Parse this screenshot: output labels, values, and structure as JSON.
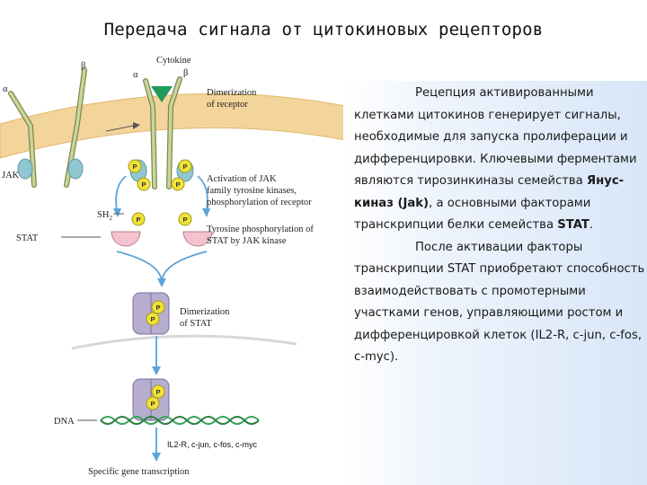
{
  "title": "Передача сигнала от цитокиновых рецепторов",
  "diagram": {
    "labels": {
      "cytokine": "Cytokine",
      "alpha_left": "α",
      "beta_left": "β",
      "alpha_right": "α",
      "beta_right": "β",
      "jak": "JAK",
      "sh2": "SH",
      "sh2_sub": "2",
      "stat": "STAT",
      "dna": "DNA",
      "p": "P"
    },
    "steps": {
      "dimerization_receptor": [
        "Dimerization",
        "of receptor"
      ],
      "activation_jak": [
        "Activation of JAK",
        "family tyrosine kinases,",
        "phosphorylation of receptor"
      ],
      "tyrosine_phosphorylation": [
        "Tyrosine phosphorylation of",
        "STAT by JAK kinase"
      ],
      "dimerization_stat": [
        "Dimerization",
        "of STAT"
      ],
      "specific_transcription": "Specific gene transcription"
    },
    "genes_note": "IL2-R, c-jun, c-fos, c-myc"
  },
  "text": {
    "para1": {
      "t1": "Рецепция активированными клетками цитокинов генерирует сигналы, необходимые для запуска пролиферации и дифференцировки. Ключевыми ферментами являются тирозинкиназы семейства ",
      "b1": "Янус-киназ (Jak)",
      "t2": ", а основными факторами транскрипции белки семейства ",
      "b2": "STAT",
      "t3": "."
    },
    "para2": "После активации факторы транскрипции STAT приобретают способность взаимодействовать с промотерными участками генов, управляющими ростом и дифференцировкой клеток (IL2-R, c-jun, c-fos, c-myc)."
  },
  "colors": {
    "membrane": "#f3d49a",
    "receptor_fill": "#c9d59a",
    "receptor_stroke": "#7d8a4a",
    "jak": "#8fc6cf",
    "p_circle": "#f0e23a",
    "stat": "#f2c3cf",
    "stat_dimer": "#b7adcf",
    "cytokine": "#1f9a5a",
    "arrow": "#5aa3d8",
    "dna_green": "#3aa55c"
  }
}
